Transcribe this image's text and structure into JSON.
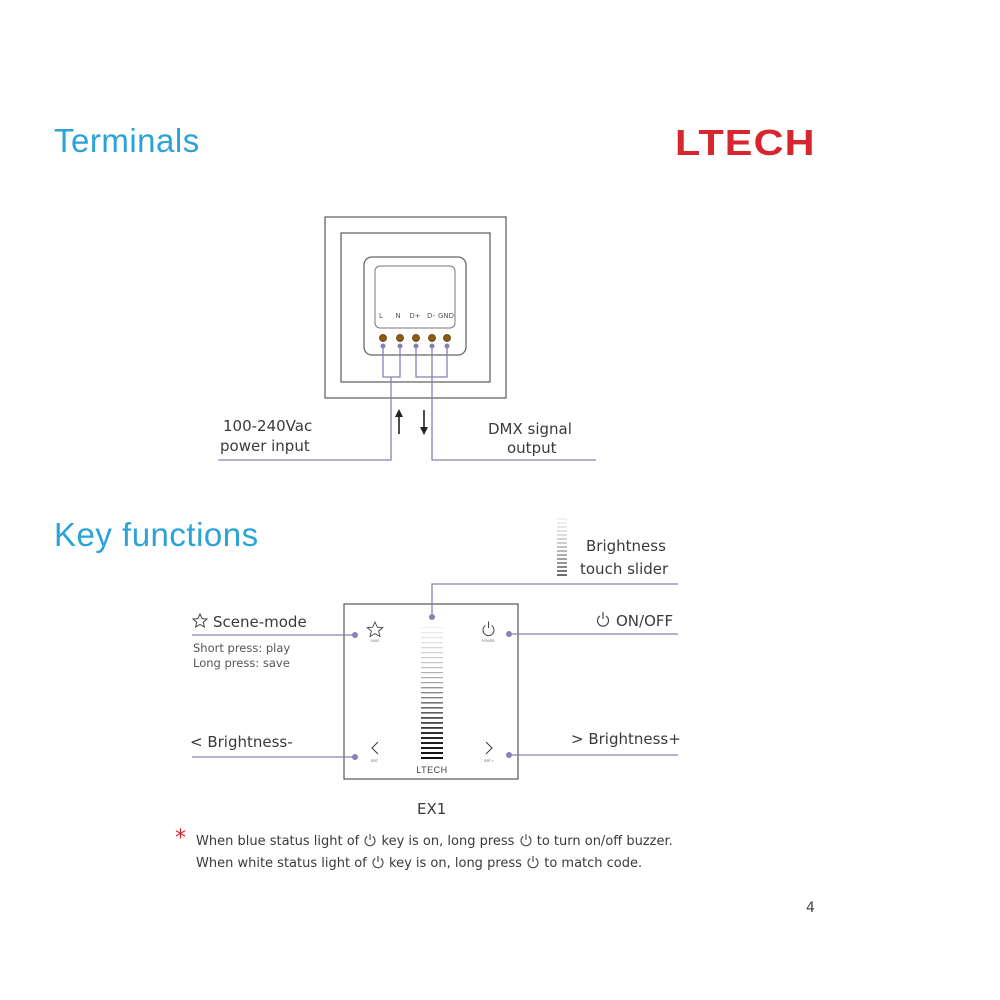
{
  "page": {
    "title_terminals": "Terminals",
    "title_key_functions": "Key functions",
    "logo": "LTECH",
    "page_number": "4"
  },
  "terminals": {
    "pin_labels": [
      "L",
      "N",
      "D+",
      "D-",
      "GND"
    ],
    "power_line1": "100-240Vac",
    "power_line2": "power input",
    "dmx_line1": "DMX signal",
    "dmx_line2": "output"
  },
  "keys": {
    "brightness_slider_line1": "Brightness",
    "brightness_slider_line2": "touch slider",
    "scene_mode": "Scene-mode",
    "short_press": "Short press: play",
    "long_press": "Long press: save",
    "on_off": "ON/OFF",
    "brightness_minus": "< Brightness-",
    "brightness_plus": "> Brightness+",
    "panel_logo": "LTECH",
    "panel_scene_caption": "SAVE",
    "panel_power_caption": "POWER",
    "panel_left_caption": "BRT-",
    "panel_right_caption": "BRT+",
    "model": "EX1"
  },
  "notes": {
    "asterisk": "*",
    "line1_a": "When blue status light of",
    "line1_b": "key is on, long press",
    "line1_c": "to turn on/off buzzer.",
    "line2_a": "When white status light of",
    "line2_b": "key is on, long press",
    "line2_c": "to match code."
  },
  "colors": {
    "heading": "#2aa3d6",
    "logo": "#d8262e",
    "leader_line": "#8a7fb8",
    "asterisk": "#d8262e"
  }
}
